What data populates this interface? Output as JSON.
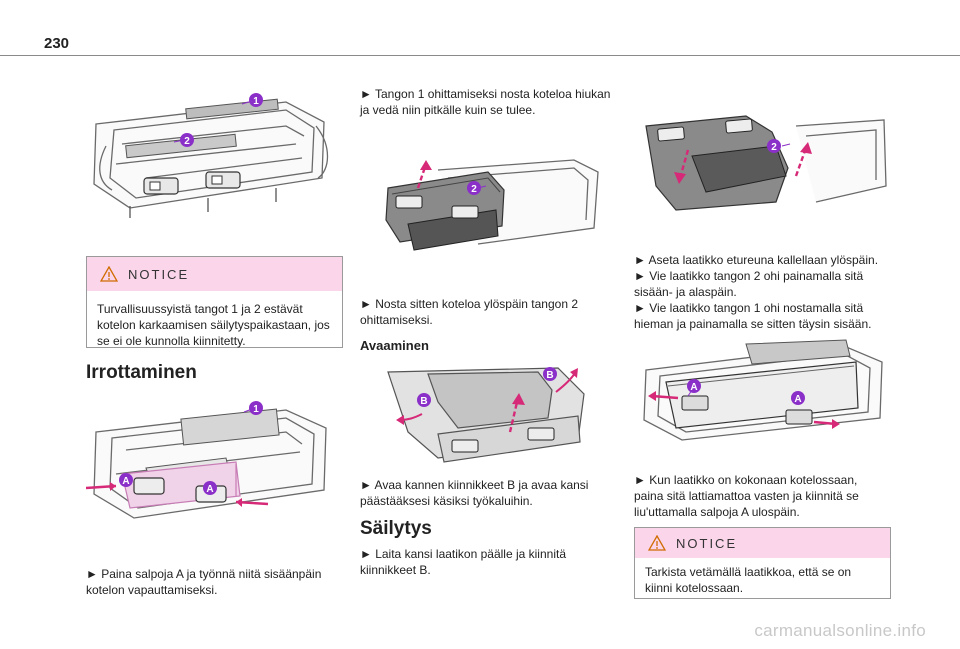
{
  "page_number": "230",
  "colors": {
    "accent": "#8b2fc9",
    "notice_bg": "#fbd5ea",
    "rule": "#8a8a8a"
  },
  "col1": {
    "notice": {
      "title": "NOTICE",
      "body": "Turvallisuussyistä tangot 1 ja 2 estävät kotelon karkaamisen säilytyspaikastaan, jos se ei ole kunnolla kiinnitetty."
    },
    "heading": "Irrottaminen",
    "fig1_labels": [
      "1",
      "2"
    ],
    "fig2_labels": [
      "1",
      "A",
      "A"
    ],
    "step1": "► Paina salpoja A ja työnnä niitä sisäänpäin kotelon vapauttamiseksi."
  },
  "col2": {
    "step1": "► Tangon 1 ohittamiseksi nosta koteloa hiukan ja vedä niin pitkälle kuin se tulee.",
    "fig3_labels": [
      "2"
    ],
    "step2": "► Nosta sitten koteloa ylöspäin tangon 2 ohittamiseksi.",
    "subheading": "Avaaminen",
    "fig4_labels": [
      "B",
      "B"
    ],
    "step3": "► Avaa kannen kiinnikkeet B ja avaa kansi päästääksesi käsiksi työkaluihin.",
    "heading": "Säilytys",
    "step4": "► Laita kansi laatikon päälle ja kiinnitä kiinnikkeet B."
  },
  "col3": {
    "fig5_labels": [
      "2"
    ],
    "steps": [
      "► Aseta laatikko etureuna kallellaan ylöspäin.",
      "► Vie laatikko tangon 2 ohi painamalla sitä sisään- ja alaspäin.",
      "► Vie laatikko tangon 1 ohi nostamalla sitä hieman ja painamalla se sitten täysin sisään."
    ],
    "fig6_labels": [
      "A",
      "A"
    ],
    "step_final": "► Kun laatikko on kokonaan kotelossaan, paina sitä lattiamattoa vasten ja kiinnitä se liu'uttamalla salpoja A ulospäin.",
    "notice": {
      "title": "NOTICE",
      "body": "Tarkista vetämällä laatikkoa, että se on kiinni kotelossaan."
    }
  },
  "watermark": "carmanualsonline.info",
  "icons": [
    "warning-triangle-icon",
    "arrow-icon"
  ]
}
